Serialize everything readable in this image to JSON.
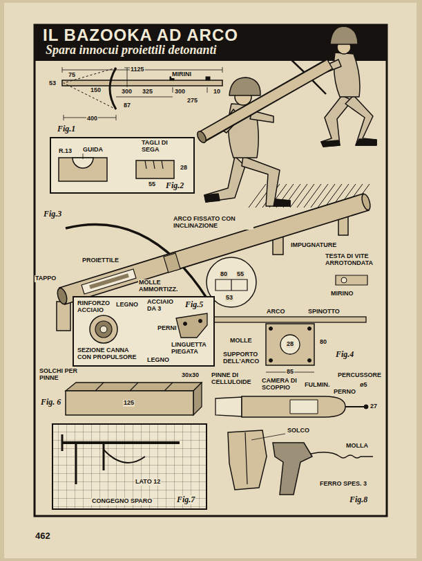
{
  "diagram": {
    "title": "IL BAZOOKA AD ARCO",
    "nodes": [
      {
        "text": [
          "R.13",
          "GUIDA",
          "TAGLI DI SEGA",
          "28",
          "55",
          "Fig.2"
        ]
      },
      {
        "text": [
          "RINFORZO ACCIAIO",
          "LEGNO",
          "ACCIAIO DA 3",
          "Fig.5",
          "PERNI",
          "SEZIONE CANNA CON PROPULSORE",
          "LINGUETTA PIEGATA",
          "LEGNO"
        ]
      },
      {
        "text": [
          "LATO 12",
          "CONGEGNO SPARO",
          "Fig.7"
        ]
      }
    ],
    "labels": [
      "Spara innocui proiettili detonanti",
      "1125",
      "53",
      "75",
      "150",
      "300",
      "325",
      "MIRINI",
      "300",
      "275",
      "10",
      "87",
      "400",
      "Fig.1",
      "Fig.3",
      "ARCO FISSATO CON INCLINAZIONE",
      "PROIETTILE",
      "TAPPO",
      "MOLLE AMMORTIZZ.",
      "IMPUGNATURE",
      "TESTA DI VITE ARROTONDATA",
      "80",
      "55",
      "53",
      "MIRINO",
      "ARCO",
      "SPINOTTO",
      "MOLLE",
      "28",
      "80",
      "SUPPORTO DELL'ARCO",
      "85",
      "Fig.4",
      "SOLCHI PER PINNE",
      "Fig. 6",
      "30x30",
      "125",
      "PINNE DI CELLULOIDE",
      "CAMERA DI SCOPPIO",
      "FULMIN.",
      "PERNO",
      "PERCUSSORE",
      "ø5",
      "27",
      "SOLCO",
      "MOLLA",
      "FERRO SPES. 3",
      "Fig.8",
      "462"
    ]
  }
}
